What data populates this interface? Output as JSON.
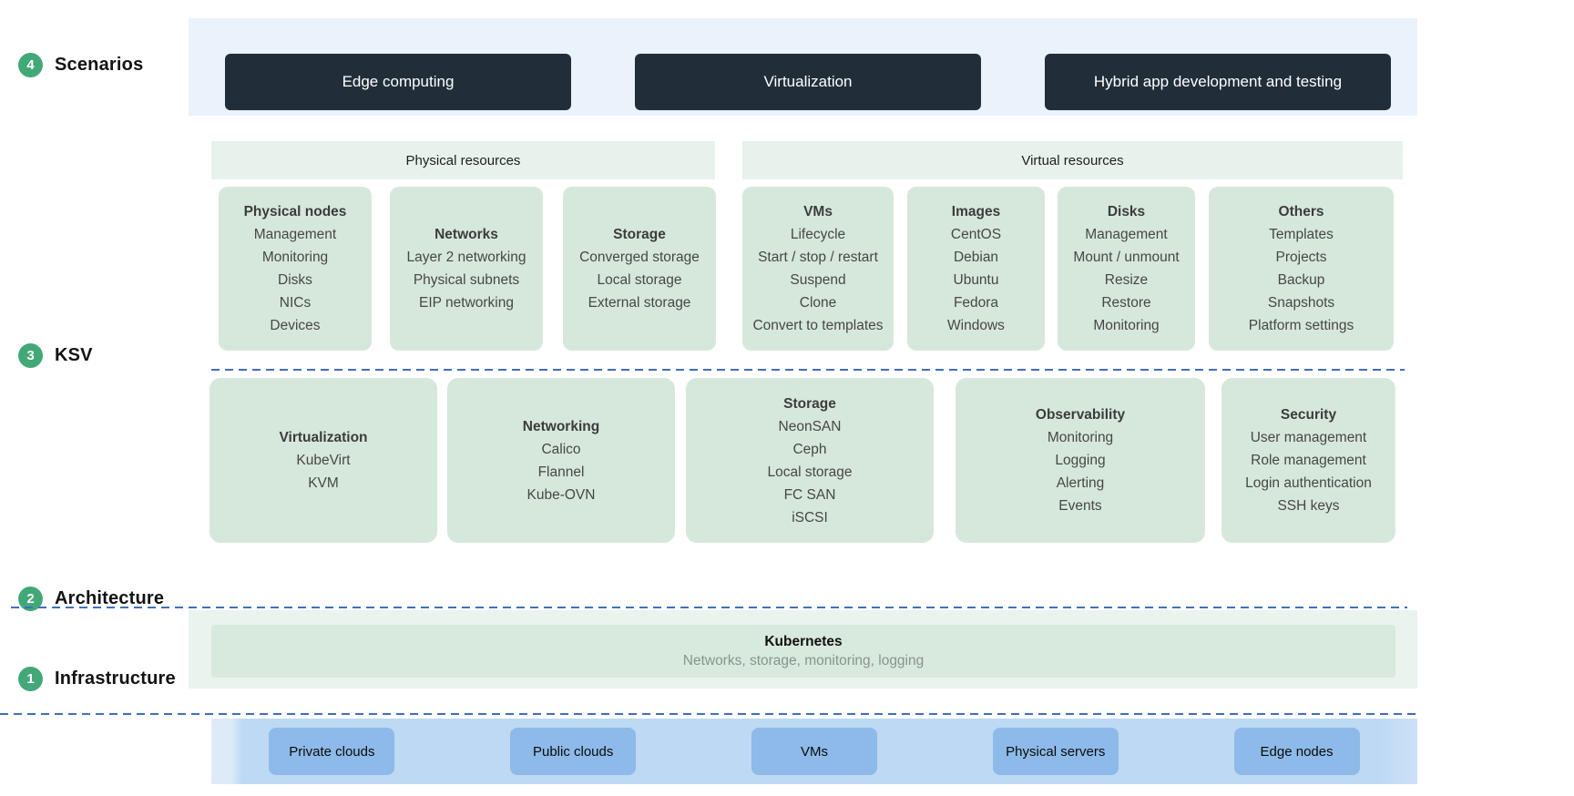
{
  "sidebar": {
    "labels": [
      {
        "num": "4",
        "text": "Scenarios"
      },
      {
        "num": "3",
        "text": "KSV"
      },
      {
        "num": "2",
        "text": "Architecture"
      },
      {
        "num": "1",
        "text": "Infrastructure"
      }
    ]
  },
  "scenarios": {
    "buttons": [
      "Edge computing",
      "Virtualization",
      "Hybrid app development and testing"
    ]
  },
  "ksv": {
    "groups": [
      {
        "title": "Physical resources",
        "cards": [
          {
            "title": "Physical nodes",
            "items": [
              "Management",
              "Monitoring",
              "Disks",
              "NICs",
              "Devices"
            ]
          },
          {
            "title": "Networks",
            "items": [
              "Layer 2 networking",
              "Physical subnets",
              "EIP networking"
            ]
          },
          {
            "title": "Storage",
            "items": [
              "Converged storage",
              "Local storage",
              "External storage"
            ]
          }
        ]
      },
      {
        "title": "Virtual resources",
        "cards": [
          {
            "title": "VMs",
            "items": [
              "Lifecycle",
              "Start / stop / restart",
              "Suspend",
              "Clone",
              "Convert to templates"
            ]
          },
          {
            "title": "Images",
            "items": [
              "CentOS",
              "Debian",
              "Ubuntu",
              "Fedora",
              "Windows"
            ]
          },
          {
            "title": "Disks",
            "items": [
              "Management",
              "Mount / unmount",
              "Resize",
              "Restore",
              "Monitoring"
            ]
          },
          {
            "title": "Others",
            "items": [
              "Templates",
              "Projects",
              "Backup",
              "Snapshots",
              "Platform settings"
            ]
          }
        ]
      }
    ],
    "platform_cards": [
      {
        "title": "Virtualization",
        "items": [
          "KubeVirt",
          "KVM"
        ]
      },
      {
        "title": "Networking",
        "items": [
          "Calico",
          "Flannel",
          "Kube-OVN"
        ]
      },
      {
        "title": "Storage",
        "items": [
          "NeonSAN",
          "Ceph",
          "Local storage",
          "FC SAN",
          "iSCSI"
        ]
      },
      {
        "title": "Observability",
        "items": [
          "Monitoring",
          "Logging",
          "Alerting",
          "Events"
        ]
      },
      {
        "title": "Security",
        "items": [
          "User management",
          "Role management",
          "Login authentication",
          "SSH keys"
        ]
      }
    ]
  },
  "architecture": {
    "title": "Kubernetes",
    "subtitle": "Networks, storage, monitoring, logging"
  },
  "infrastructure": {
    "buttons": [
      "Private clouds",
      "Public clouds",
      "VMs",
      "Physical servers",
      "Edge nodes"
    ]
  },
  "colors": {
    "layer_badge_green": "#43a878",
    "scenario_band_bg": "#eaf2fc",
    "scenario_button_bg": "#212e3a",
    "resource_header_bg": "#e8f2ec",
    "card_bg": "#d6e8dc",
    "architecture_band_bg": "#ebf3ee",
    "architecture_box_bg": "#d8e9de",
    "dashed_line_blue": "#3e6fc1",
    "infrastructure_band_bg": "#bdd9f3",
    "infrastructure_button_bg": "#8dbae8"
  }
}
